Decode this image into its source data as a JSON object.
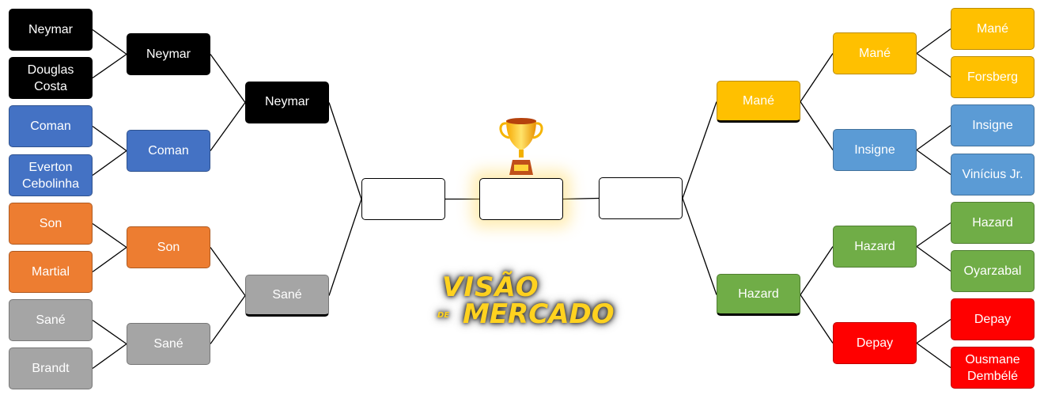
{
  "left": {
    "round_of_16": [
      "Neymar",
      "Douglas Costa",
      "Coman",
      "Everton Cebolinha",
      "Son",
      "Martial",
      "Sané",
      "Brandt"
    ],
    "quarterfinals": [
      "Neymar",
      "Coman",
      "Son",
      "Sané"
    ],
    "semifinals": [
      "Neymar",
      "Sané"
    ],
    "final_slot": ""
  },
  "right": {
    "round_of_16": [
      "Mané",
      "Forsberg",
      "Insigne",
      "Vinícius Jr.",
      "Hazard",
      "Oyarzabal",
      "Depay",
      "Ousmane Dembélé"
    ],
    "quarterfinals": [
      "Mané",
      "Insigne",
      "Hazard",
      "Depay"
    ],
    "semifinals": [
      "Mané",
      "Hazard"
    ],
    "final_slot": ""
  },
  "champion": "",
  "logo": {
    "line1": "VISÃO",
    "line2": "DE",
    "line3": "MERCADO"
  },
  "colors": {
    "black": "#000000",
    "blue": "#4472c4",
    "orange": "#ed7d31",
    "gray": "#a5a5a5",
    "gold": "#ffc000",
    "light_blue": "#5b9bd5",
    "green": "#70ad47",
    "red": "#ff0000"
  }
}
